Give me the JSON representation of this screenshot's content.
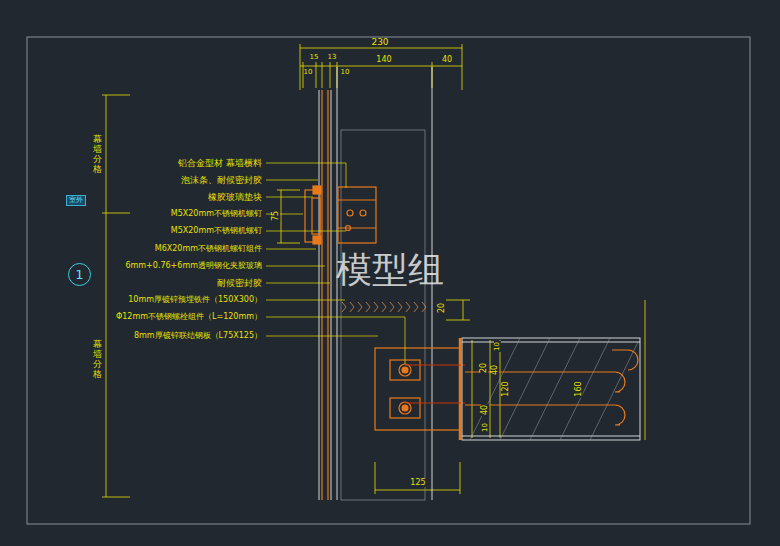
{
  "diagram": {
    "nodes": [
      {
        "text": [
          "室外"
        ]
      },
      {
        "text": [
          "1"
        ]
      }
    ],
    "labels": [
      "230",
      "15",
      "13",
      "10",
      "10",
      "140",
      "40",
      "幕墙分格",
      "幕墙分格",
      "铝合金型材  幕墙横料",
      "泡沫条、耐候密封胶",
      "橡胶玻璃垫块",
      "M5X20mm不锈钢机螺钉",
      "M5X20mm不锈钢机螺钉",
      "M6X20mm不锈钢机螺钉组件",
      "6mm+0.76+6mm透明钢化夹胶玻璃",
      "耐候密封胶",
      "10mm厚镀锌预埋铁件（150X300）",
      "Φ12mm不锈钢螺栓组件（L=120mm）",
      "8mm厚镀锌联结钢板（L75X125）",
      "75",
      "20",
      "10",
      "20",
      "40",
      "120",
      "40",
      "10",
      "160",
      "125",
      "模型组"
    ]
  }
}
